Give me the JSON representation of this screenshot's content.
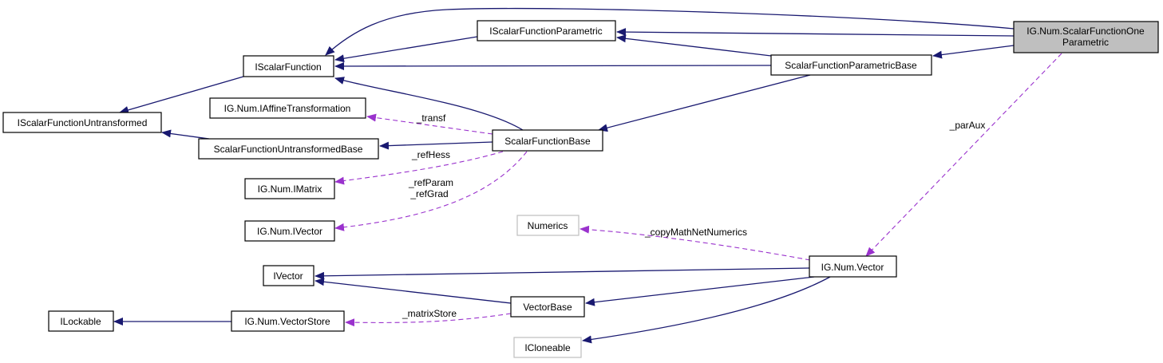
{
  "nodes": {
    "main_line1": "IG.Num.ScalarFunctionOne",
    "main_line2": "Parametric",
    "iscalar_function_parametric": "IScalarFunctionParametric",
    "iscalar_function": "IScalarFunction",
    "scalar_function_parametric_base": "ScalarFunctionParametricBase",
    "iscalar_function_untransformed": "IScalarFunctionUntransformed",
    "iaffine_transformation": "IG.Num.IAffineTransformation",
    "scalar_function_untransformed_base": "ScalarFunctionUntransformedBase",
    "scalar_function_base": "ScalarFunctionBase",
    "imatrix": "IG.Num.IMatrix",
    "ig_ivector": "IG.Num.IVector",
    "numerics": "Numerics",
    "vector": "IG.Num.Vector",
    "ivector": "IVector",
    "vector_base": "VectorBase",
    "ilockable": "ILockable",
    "vector_store": "IG.Num.VectorStore",
    "icloneable": "ICloneable"
  },
  "edge_labels": {
    "transf": "_transf",
    "ref_hess": "_refHess",
    "ref_param": "_refParam",
    "ref_grad": "_refGrad",
    "par_aux": "_parAux",
    "copy_math_net_numerics": "_copyMathNetNumerics",
    "matrix_store": "_matrixStore"
  },
  "colors": {
    "inheritance": "#191970",
    "usage": "#9a32cd",
    "main_fill": "#bfbfbf"
  }
}
